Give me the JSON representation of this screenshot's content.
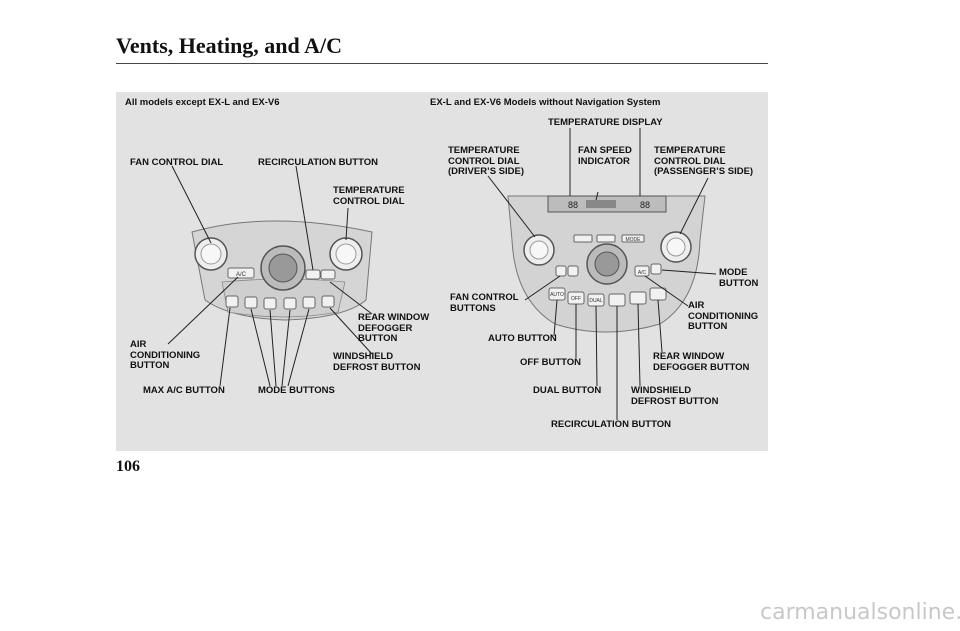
{
  "header": {
    "title": "Vents, Heating, and A/C",
    "page_number": "106"
  },
  "left_section": {
    "heading": "All models except EX-L and EX-V6",
    "labels": {
      "fan_control_dial": "FAN CONTROL DIAL",
      "recirculation_button": "RECIRCULATION BUTTON",
      "temperature_control_dial": "TEMPERATURE\nCONTROL DIAL",
      "rear_window_defogger_button": "REAR WINDOW\nDEFOGGER\nBUTTON",
      "air_conditioning_button": "AIR\nCONDITIONING\nBUTTON",
      "windshield_defrost_button": "WINDSHIELD\nDEFROST BUTTON",
      "max_ac_button": "MAX A/C BUTTON",
      "mode_buttons": "MODE BUTTONS"
    },
    "panel_text": {
      "ac": "A/C"
    }
  },
  "right_section": {
    "heading": "EX-L and EX-V6 Models without Navigation System",
    "labels": {
      "temperature_display": "TEMPERATURE DISPLAY",
      "temp_dial_driver": "TEMPERATURE\nCONTROL DIAL\n(DRIVER’S SIDE)",
      "fan_speed_indicator": "FAN SPEED\nINDICATOR",
      "temp_dial_passenger": "TEMPERATURE\nCONTROL DIAL\n(PASSENGER’S SIDE)",
      "mode_button": "MODE\nBUTTON",
      "fan_control_buttons": "FAN CONTROL\nBUTTONS",
      "air_conditioning_button": "AIR\nCONDITIONING\nBUTTON",
      "auto_button": "AUTO BUTTON",
      "off_button": "OFF BUTTON",
      "rear_window_defogger_button": "REAR WINDOW\nDEFOGGER BUTTON",
      "dual_button": "DUAL BUTTON",
      "windshield_defrost_button": "WINDSHIELD\nDEFROST BUTTON",
      "recirculation_button": "RECIRCULATION BUTTON"
    },
    "panel_text": {
      "display_left": "88",
      "display_right": "88",
      "auto": "AUTO",
      "off": "OFF",
      "dual": "DUAL",
      "ac": "A/C",
      "mode": "MODE"
    }
  },
  "watermark": "carmanualsonline.info"
}
